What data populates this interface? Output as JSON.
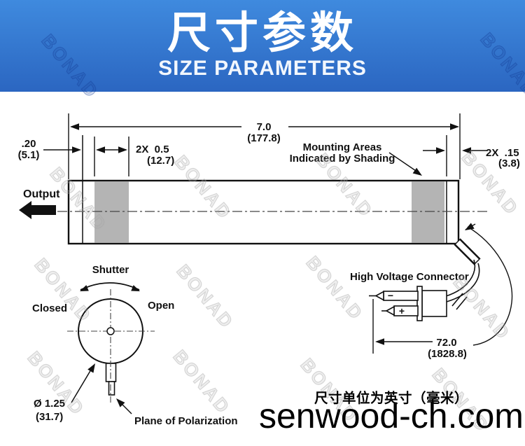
{
  "header": {
    "title": "尺寸参数",
    "subtitle": "SIZE PARAMETERS"
  },
  "diagram": {
    "dim_length_in": "7.0",
    "dim_length_mm": "(177.8)",
    "dim_left_end_in": ".20",
    "dim_left_end_mm": "(5.1)",
    "dim_mount_width_in": "2X  0.5",
    "dim_mount_width_mm": "(12.7)",
    "mounting_note_line1": "Mounting Areas",
    "mounting_note_line2": "Indicated by Shading",
    "dim_right_end_in": "2X  .15",
    "dim_right_end_mm": "(3.8)",
    "output_label": "Output",
    "shutter_label": "Shutter",
    "shutter_closed_label": "Closed",
    "shutter_open_label": "Open",
    "dim_diameter_in": "Ø 1.25",
    "dim_diameter_mm": "(31.7)",
    "polarization_label": "Plane of Polarization",
    "hv_connector_label": "High Voltage Connector",
    "pin_negative": "−",
    "pin_positive": "+",
    "dim_cable_in": "72.0",
    "dim_cable_mm": "(1828.8)",
    "units_note": "尺寸单位为英寸（毫米）"
  },
  "watermarks": {
    "brand": "BONAD",
    "site": "senwood-ch.com"
  },
  "colors": {
    "line": "#111111",
    "shading": "#b4b4b4",
    "banner_top": "#3f8ade",
    "banner_bottom": "#2b66c1"
  }
}
